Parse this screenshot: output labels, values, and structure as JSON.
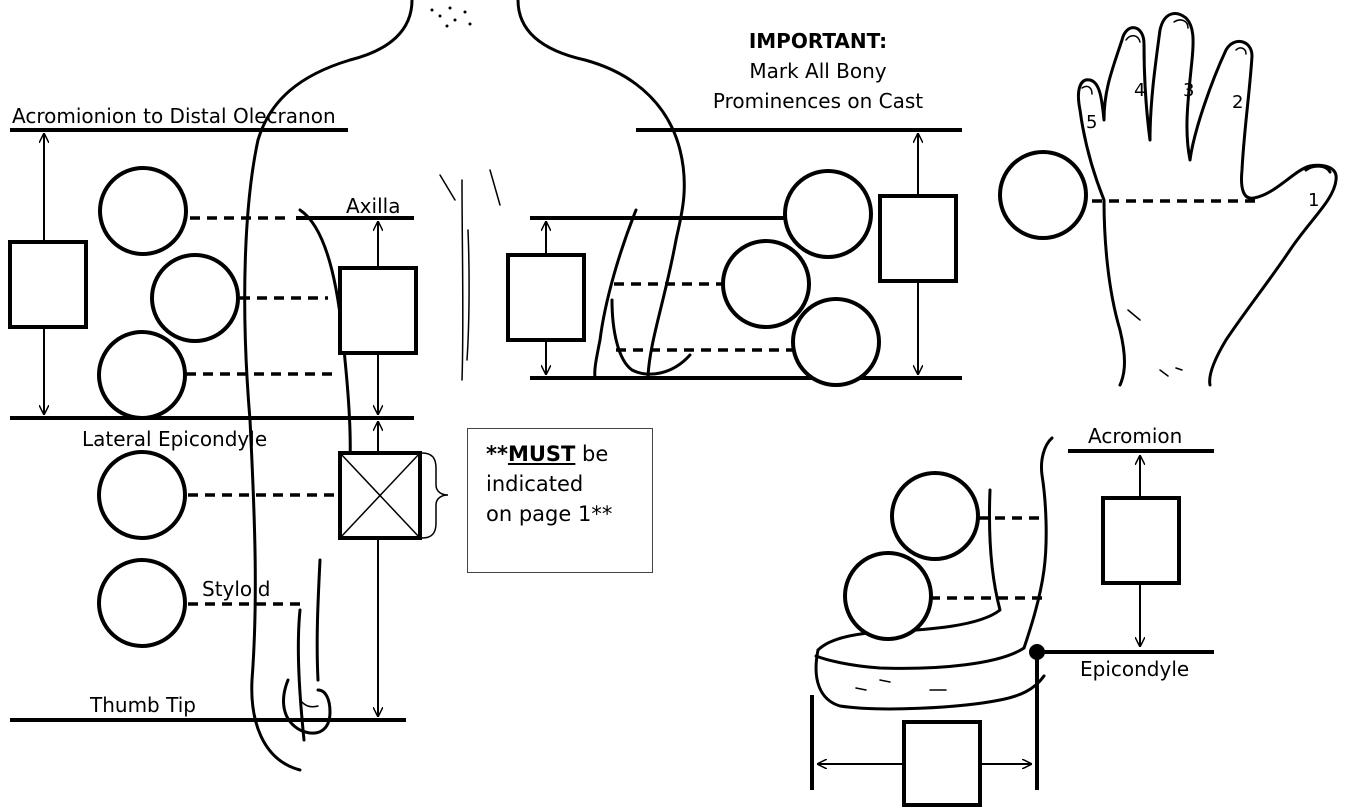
{
  "important": {
    "title": "IMPORTANT:",
    "line1": "Mark All Bony",
    "line2": "Prominences on Cast"
  },
  "front_arm": {
    "acromion_to_olecranon": "Acromionion to Distal Olecranon",
    "axilla": "Axilla",
    "lateral_epicondyle": "Lateral Epicondyle",
    "styloid": "Styloid",
    "thumb_tip": "Thumb Tip"
  },
  "side_arm": {
    "acromion": "Acromion",
    "epicondyle": "Epicondyle"
  },
  "hand": {
    "finger_labels": [
      "1",
      "2",
      "3",
      "4",
      "5"
    ]
  },
  "note": {
    "prefix": "**",
    "emphasis": "MUST",
    "suffix": " be",
    "line2": "indicated",
    "line3": "on page 1**"
  }
}
